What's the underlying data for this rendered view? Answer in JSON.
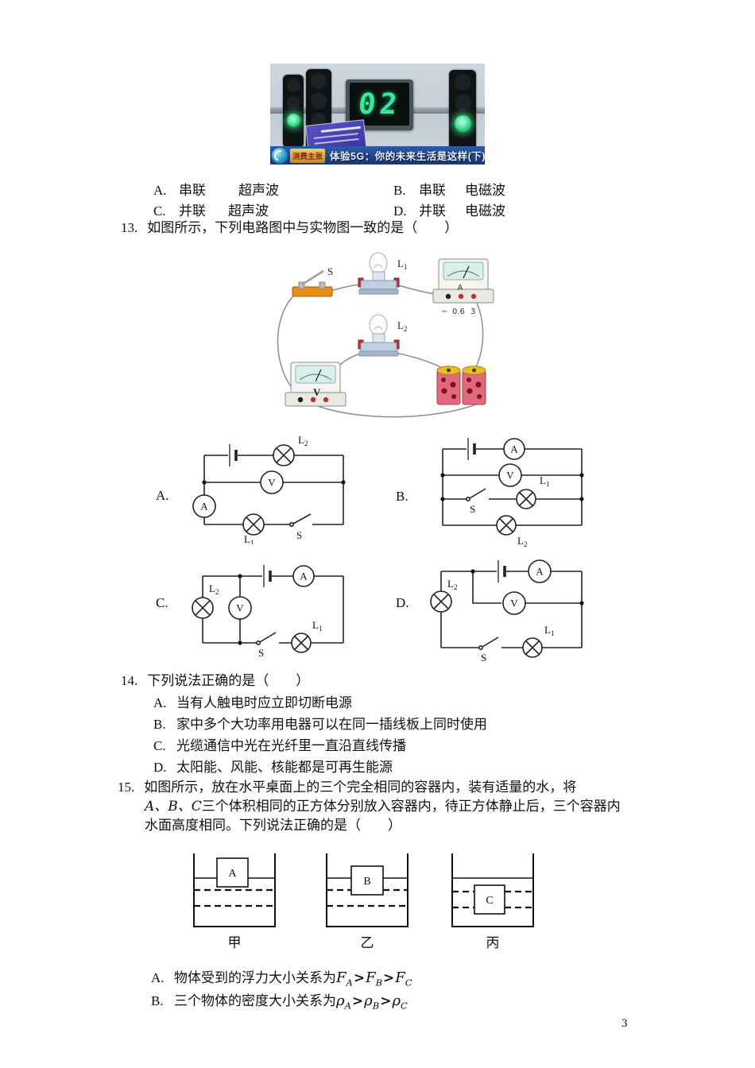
{
  "photo": {
    "countdown": "02",
    "badge": "消费主张",
    "caption": "体验5G：你的未来生活是这样(下)"
  },
  "sym": {
    "L": "L",
    "sub1": "1",
    "sub2": "2",
    "V": "V",
    "A": "A",
    "S": "S"
  },
  "q12": {
    "a": {
      "label": "A.",
      "t1": "串联",
      "t2": "超声波"
    },
    "b": {
      "label": "B.",
      "t1": "串联",
      "t2": "电磁波"
    },
    "c": {
      "label": "C.",
      "t1": "并联",
      "t2": "超声波"
    },
    "d": {
      "label": "D.",
      "t1": "并联",
      "t2": "电磁波"
    }
  },
  "q13": {
    "number": "13.",
    "text": "如图所示，下列电路图中与实物图一致的是（　　）",
    "ammeter_terminals": {
      "neg": "−",
      "mid": "0.6",
      "max": "3"
    },
    "opt_labels": {
      "a": "A.",
      "b": "B.",
      "c": "C.",
      "d": "D."
    }
  },
  "q14": {
    "number": "14.",
    "text": "下列说法正确的是（　　）",
    "options": [
      {
        "label": "A.",
        "text": "当有人触电时应立即切断电源"
      },
      {
        "label": "B.",
        "text": "家中多个大功率用电器可以在同一插线板上同时使用"
      },
      {
        "label": "C.",
        "text": "光缆通信中光在光纤里一直沿直线传播"
      },
      {
        "label": "D.",
        "text": "太阳能、风能、核能都是可再生能源"
      }
    ]
  },
  "q15": {
    "number": "15.",
    "line1": "如图所示，放在水平桌面上的三个完全相同的容器内，装有适量的水，将",
    "line2_abc": "A、B、C",
    "line2_rest": "三个体积相同的正方体分别放入容器内，待正方体静止后，三个容器内",
    "line3": "水面高度相同。下列说法正确的是（　　）",
    "containers": [
      {
        "cube": "A",
        "caption": "甲"
      },
      {
        "cube": "B",
        "caption": "乙"
      },
      {
        "cube": "C",
        "caption": "丙"
      }
    ],
    "options": [
      {
        "label": "A.",
        "text": "物体受到的浮力大小关系为",
        "sym": "F",
        "sub1": "A",
        "sub2": "B",
        "sub3": "C",
        "gt": ">"
      },
      {
        "label": "B.",
        "text": "三个物体的密度大小关系为",
        "sym": "ρ",
        "sub1": "A",
        "sub2": "B",
        "sub3": "C",
        "gt": ">"
      }
    ]
  },
  "page_number": "3"
}
